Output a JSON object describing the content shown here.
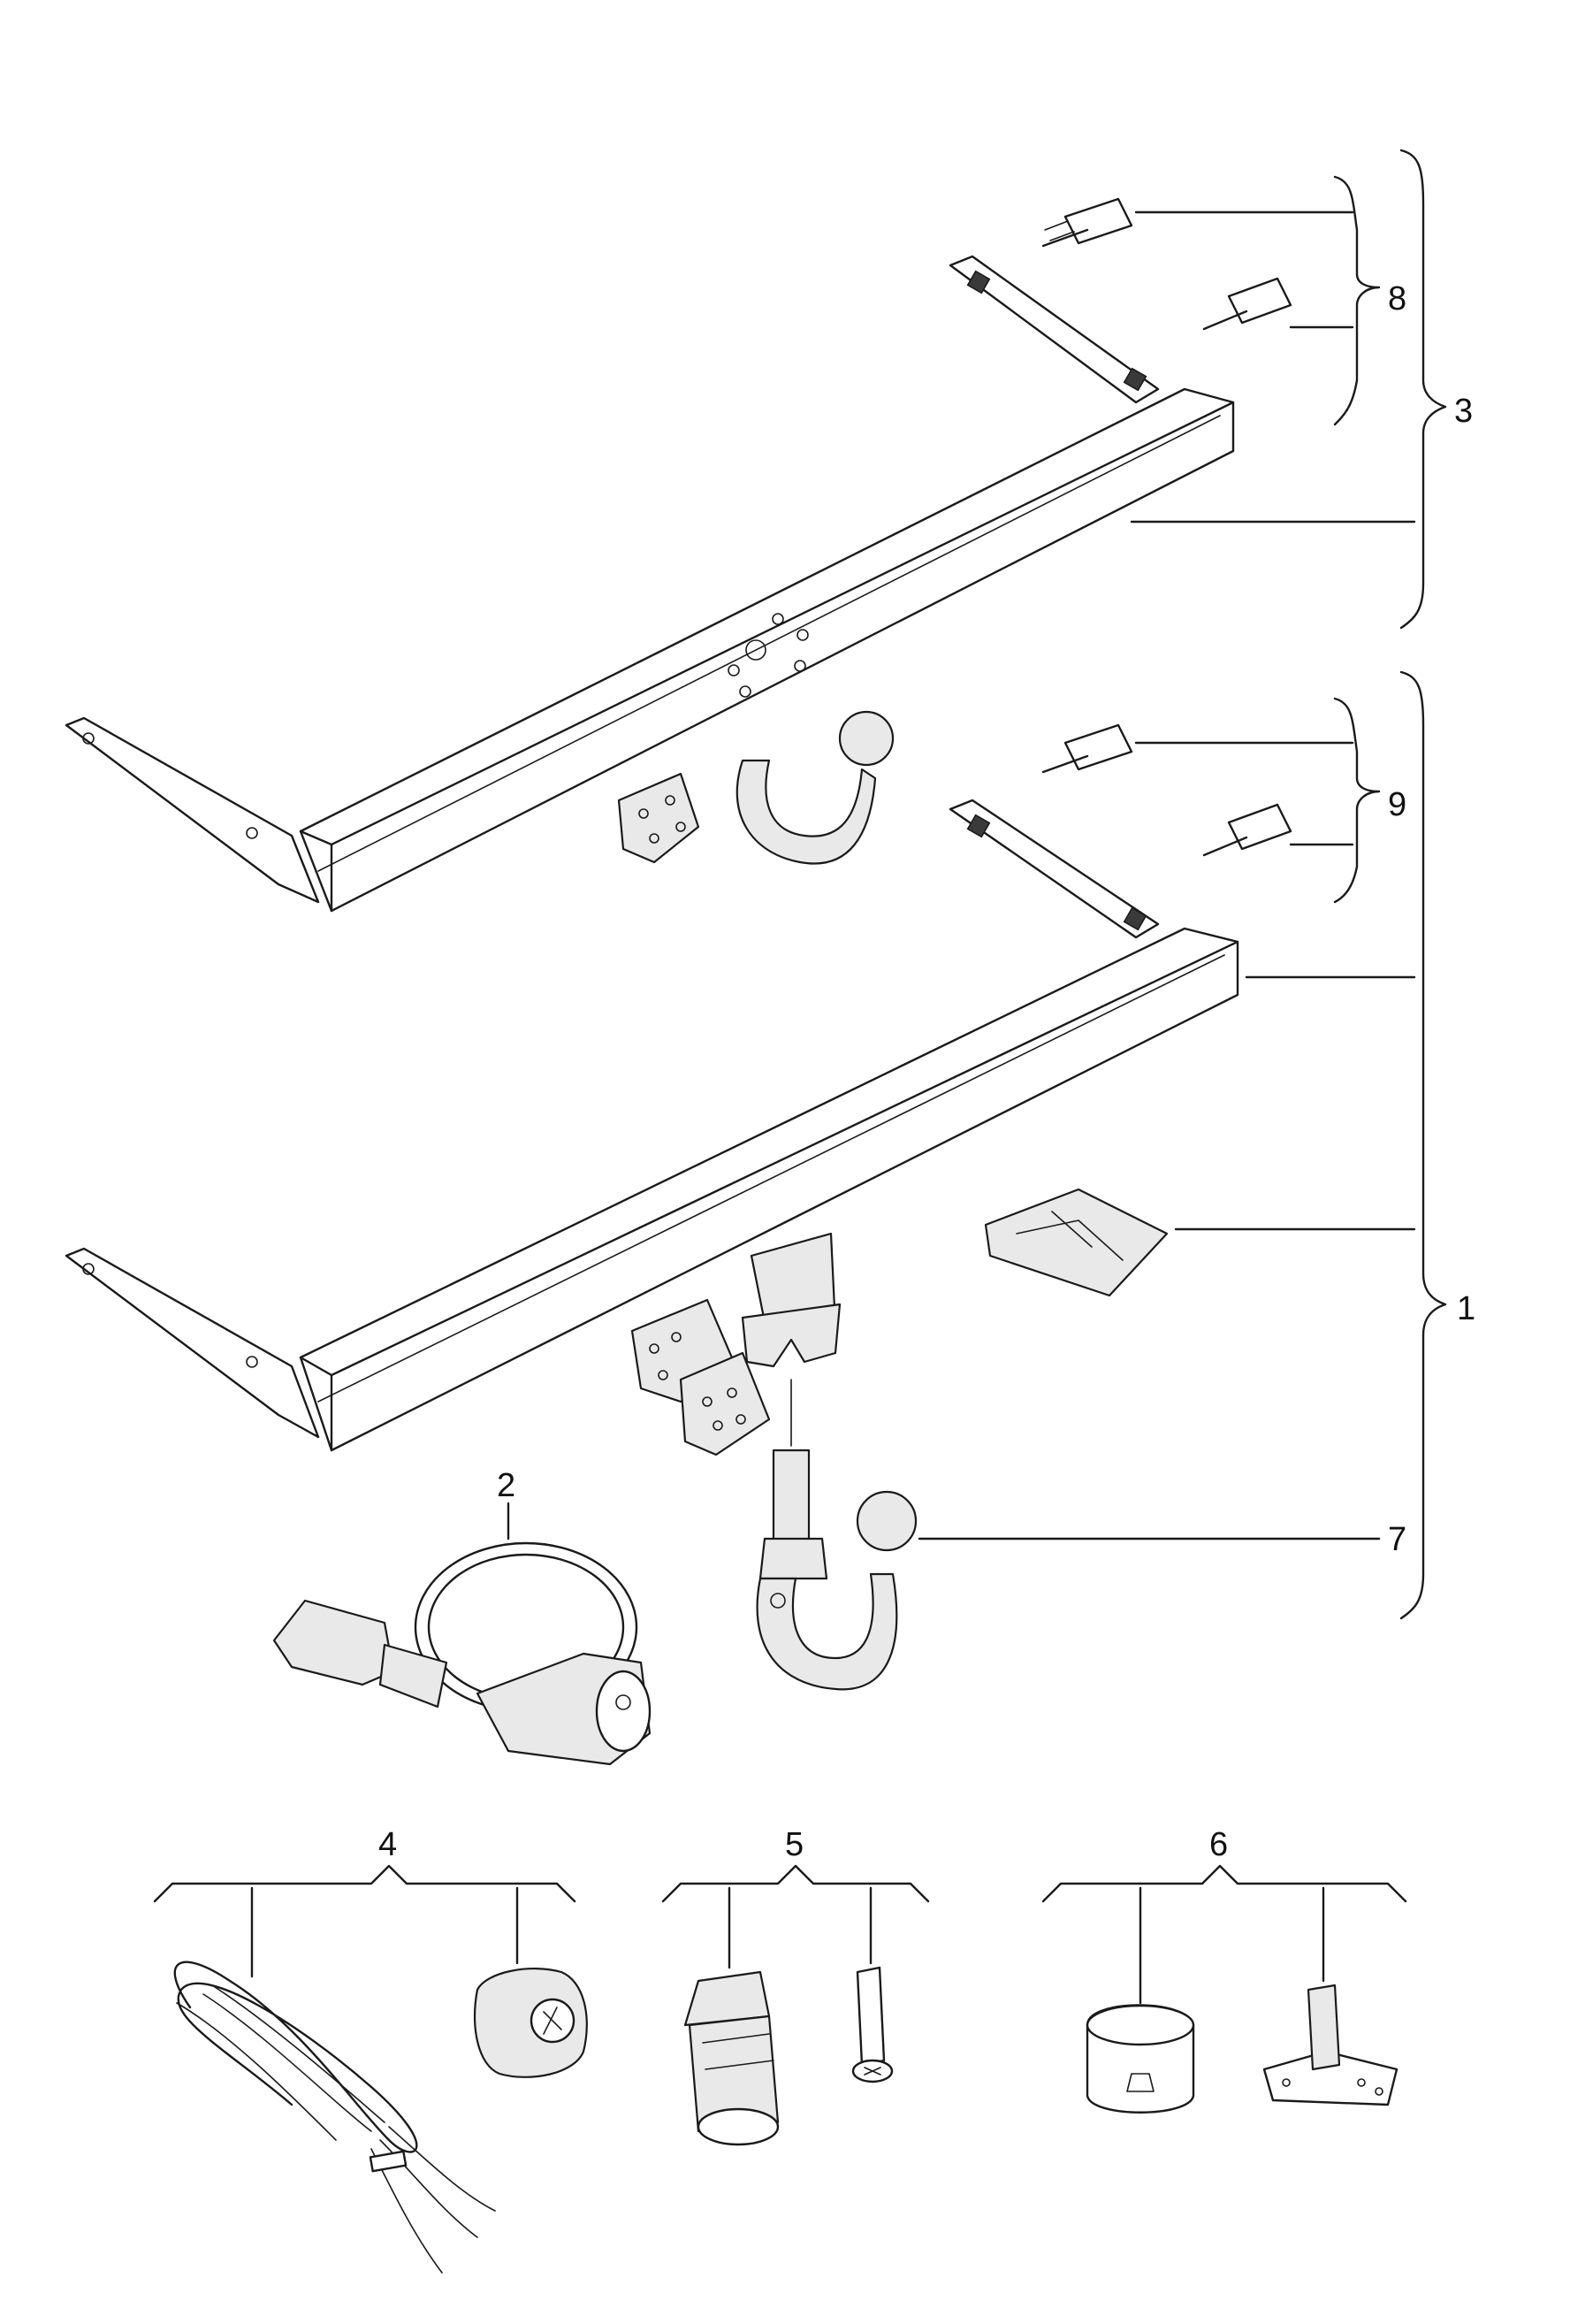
{
  "callouts": {
    "c1": "1",
    "c2": "2",
    "c3": "3",
    "c4": "4",
    "c5": "5",
    "c6": "6",
    "c7": "7",
    "c8": "8",
    "c9": "9"
  },
  "colors": {
    "ink": "#1a1a1a",
    "background": "#ffffff"
  }
}
